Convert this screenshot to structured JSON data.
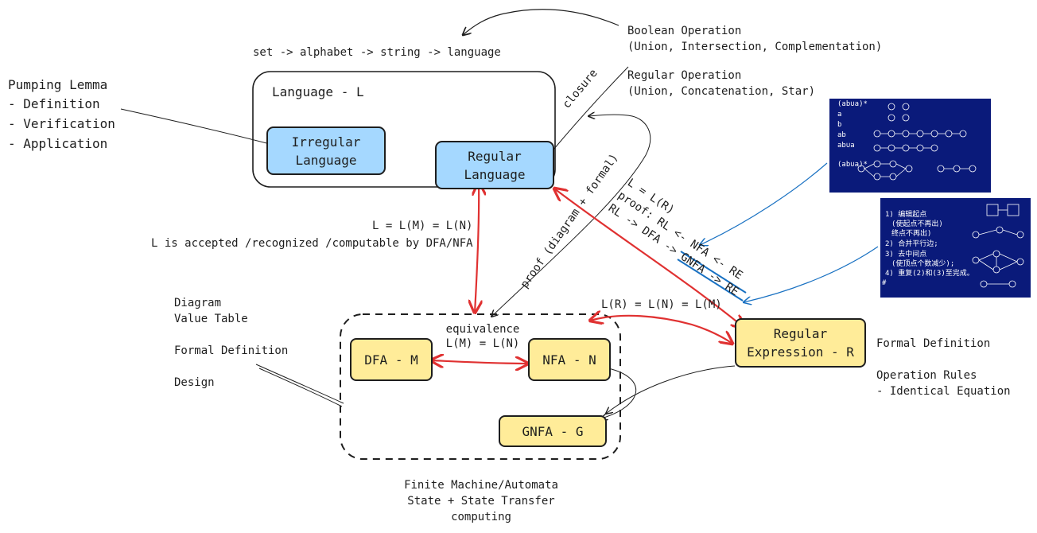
{
  "header": {
    "chain": "set -> alphabet -> string -> language"
  },
  "boolean_op": {
    "title": "Boolean Operation",
    "ops": "(Union, Intersection, Complementation)"
  },
  "regular_op": {
    "title": "Regular Operation",
    "ops": "(Union, Concatenation, Star)"
  },
  "pumping": {
    "title": "Pumping Lemma",
    "items": [
      "- Definition",
      "- Verification",
      "- Application"
    ]
  },
  "language": {
    "label": "Language - L",
    "irregular": [
      "Irregular",
      "Language"
    ],
    "regular": [
      "Regular",
      "Language"
    ]
  },
  "edge_labels": {
    "closure": "closure",
    "proof_formal": "proof (diagram + formal)",
    "l_eq_lm_ln": "L = L(M) = L(N)",
    "accepted_by": "L is accepted /recognized /computable by DFA/NFA",
    "l_eq_lr": "L = L(R)",
    "proof_rl": "proof: RL <- NFA <- RE",
    "rl_chain": "RL -> DFA -> GNFA -> RE",
    "lr_ln_lm": "L(R) = L(N) = L(M)",
    "equivalence": "equivalence",
    "lm_eq_ln": "L(M) = L(N)"
  },
  "automata": {
    "dfa": "DFA - M",
    "nfa": "NFA - N",
    "gnfa": "GNFA - G",
    "regex": [
      "Regular",
      "Expression - R"
    ],
    "left_notes": [
      "Diagram",
      "Value Table",
      "Formal Definition",
      "Design"
    ],
    "right_notes": [
      "Formal Definition",
      "Operation Rules",
      "- Identical Equation"
    ],
    "footer": [
      "Finite Machine/Automata",
      "State + State Transfer",
      "computing"
    ]
  },
  "thumbs": {
    "top_lines": [
      "(ab∪a)*",
      "a",
      "b",
      "ab",
      "ab∪a",
      "(ab∪a)*"
    ],
    "bottom_lines": [
      "1) 编辑起点",
      "(使起点不再出)",
      "终点不再出)",
      "2) 合并平行边;",
      "3) 去中间点",
      "(使顶点个数减少);",
      "4) 重复(2)和(3)至完成。",
      "#"
    ]
  },
  "colors": {
    "blue_fill": "#a5d8ff",
    "yellow_fill": "#ffec99",
    "red_arrow": "#e03131",
    "blue_line": "#1971c2",
    "stroke": "#1e1e1e"
  }
}
